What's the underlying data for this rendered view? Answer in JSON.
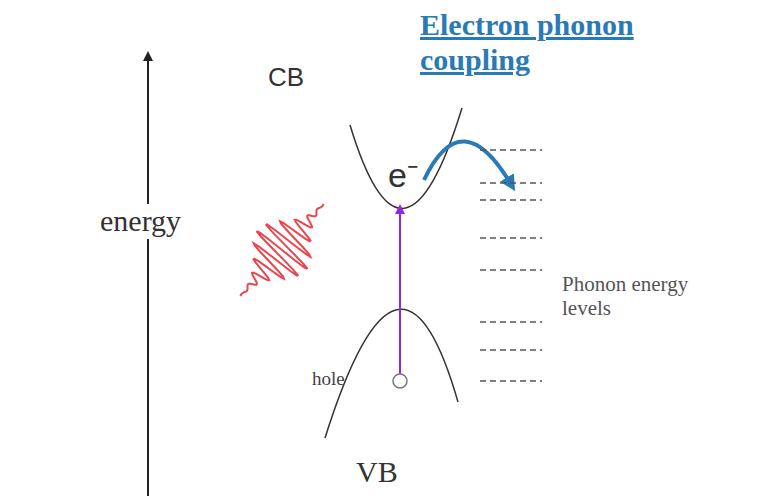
{
  "diagram": {
    "labels": [
      "Electron phonon coupling",
      "CB",
      "e⁻",
      "energy",
      "Phonon energy levels",
      "hole",
      "VB"
    ]
  }
}
